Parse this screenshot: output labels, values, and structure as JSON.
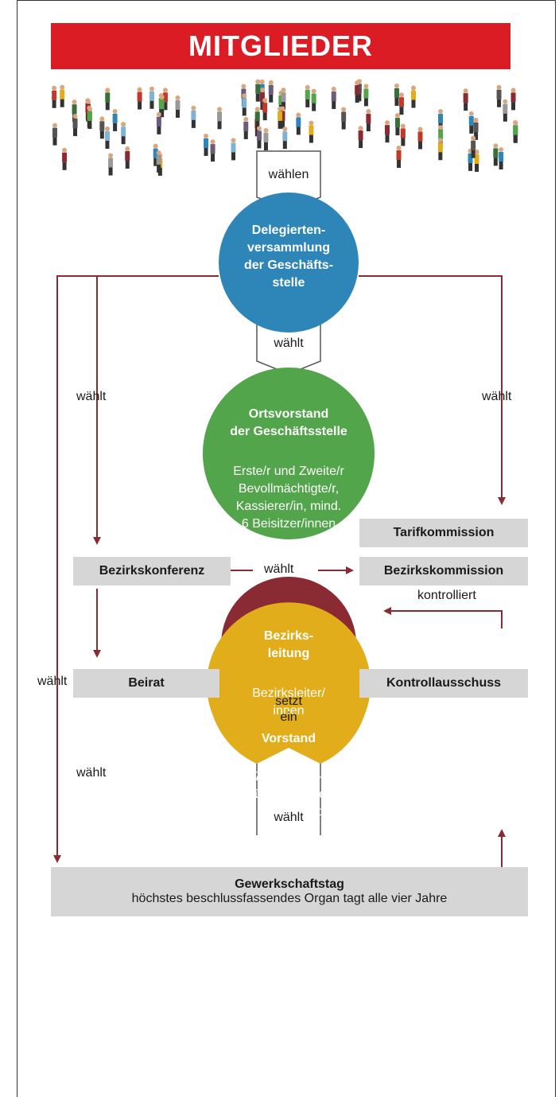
{
  "header": {
    "title": "MITGLIEDER"
  },
  "nodes": {
    "delegierten": "Delegierten-\nversammlung\nder Geschäfts-\nstelle",
    "ortsvorstand_title": "Ortsvorstand\nder Geschäftsstelle",
    "ortsvorstand_sub": "Erste/r und Zweite/r\nBevollmächtigte/r,\nKassierer/in, mind.\n6 Beisitzer/innen",
    "bezirksleitung_title": "Bezirks-\nleitung",
    "bezirksleitung_sub": "Bezirksleiter/\ninnen",
    "vorstand_title": "Vorstand",
    "vorstand_sub": "7 geschäfts-\nführende und\n29 ehrenamtliche\nMitglieder",
    "tarifkommission": "Tarifkommission",
    "bezirkskonferenz": "Bezirkskonferenz",
    "bezirkskommission": "Bezirkskommission",
    "beirat": "Beirat",
    "kontrollausschuss": "Kontrollausschuss",
    "gewerkschaftstag_title": "Gewerkschaftstag",
    "gewerkschaftstag_sub": "höchstes beschlussfassendes Organ tagt alle vier Jahre"
  },
  "labels": {
    "waehlen": "wählen",
    "waehlt": "wählt",
    "setzt_ein": "setzt\nein",
    "kontrolliert": "kontrolliert"
  },
  "colors": {
    "banner": "#dc1c24",
    "delegierten": "#2e86b8",
    "ortsvorstand": "#52a54a",
    "bezirksleitung": "#8a2a33",
    "vorstand": "#e2ad1a",
    "arrows": "#8a2a33",
    "boxes": "#d6d6d6"
  }
}
